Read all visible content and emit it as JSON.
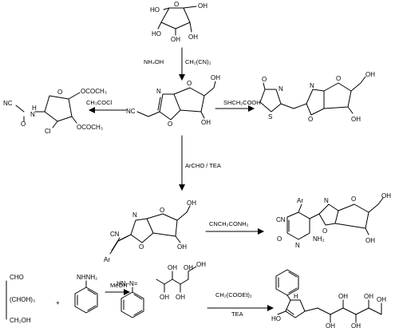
{
  "arrows": {
    "down1": {
      "reagent_a": "NH₄OH",
      "reagent_b": "CH₂(CN)₂"
    },
    "left": {
      "reagent": "CH₃COCl"
    },
    "right": {
      "reagent": "SHCH₂COOH"
    },
    "down2": {
      "reagent": "ArCHO / TEA"
    },
    "right2": {
      "reagent": "CNCH₂CONH₂"
    },
    "bottom1": {
      "reagent": "MeOH"
    },
    "bottom2": {
      "reagent_a": "CH₂(COOEt)₂",
      "reagent_b": "TEA"
    }
  },
  "atoms": {
    "oh": "OH",
    "ho": "HO",
    "o": "O",
    "n": "N",
    "s": "S",
    "cl": "Cl",
    "nc": "NC",
    "cn": "CN",
    "ar": "Ar",
    "h": "H",
    "nh2": "NH₂",
    "ococh3": "OCOCH₃",
    "ococh3_2": "OCOCH₃",
    "cho": "CHO",
    "choh3": "(CHOH)₃",
    "ch2oh": "CH₂OH",
    "hydrazine": "NHNH₂",
    "hn_n": "HN–N=",
    "plus": "+"
  }
}
